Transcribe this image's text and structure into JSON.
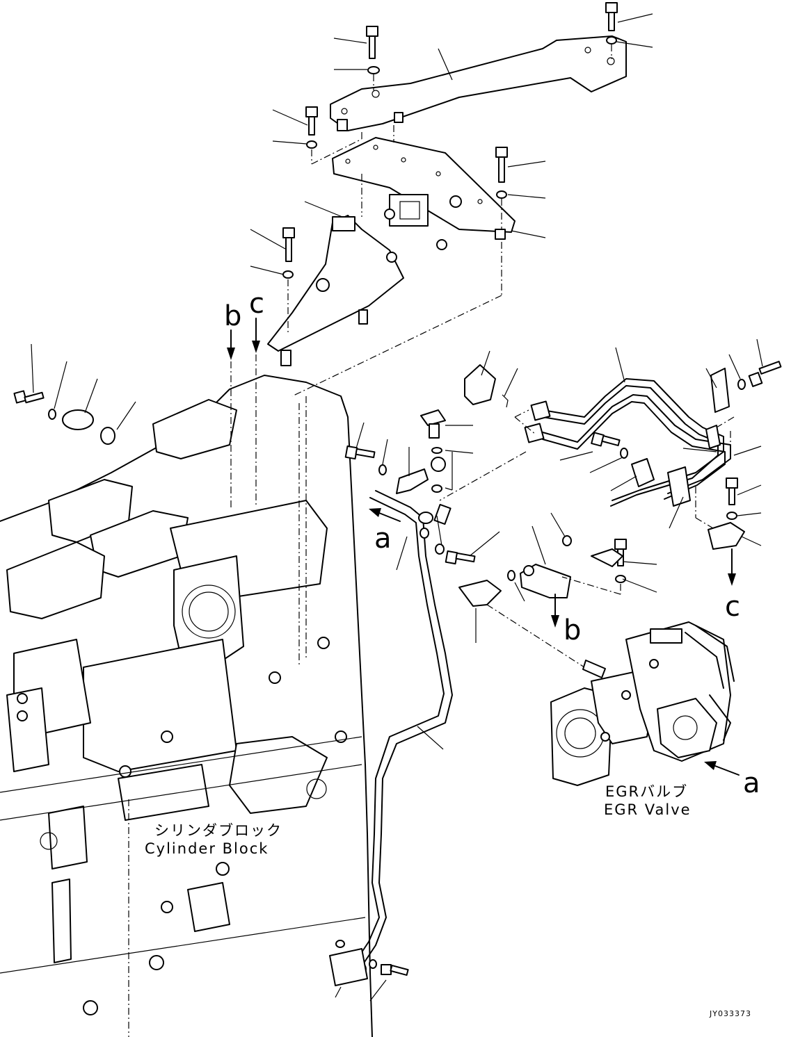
{
  "callouts": {
    "a_upper": "a",
    "a_lower": "a",
    "b_upper": "b",
    "b_lower": "b",
    "c_upper": "c",
    "c_lower": "c"
  },
  "labels": {
    "egr_valve_jp": "EGRバルブ",
    "egr_valve_en": "EGR Valve",
    "cylinder_block_jp": "シリンダブロック",
    "cylinder_block_en": "Cylinder Block"
  },
  "drawing_code": "JY033373"
}
